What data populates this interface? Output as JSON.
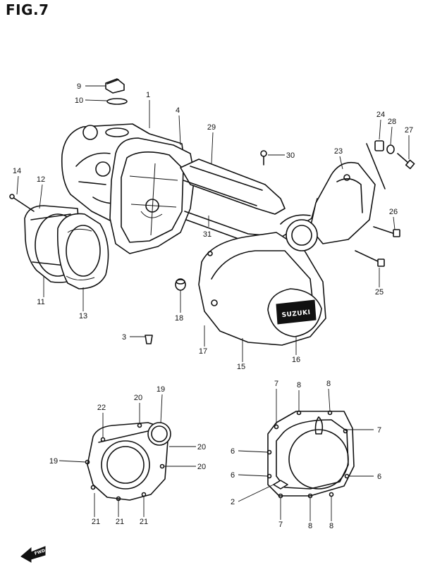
{
  "figure": {
    "title": "FIG.7"
  },
  "emblem": {
    "brand": "SUZUKI"
  },
  "fwd_arrow": {
    "label": "FWD"
  },
  "callouts": [
    {
      "id": "c9",
      "label": "9"
    },
    {
      "id": "c10",
      "label": "10"
    },
    {
      "id": "c1",
      "label": "1"
    },
    {
      "id": "c4",
      "label": "4"
    },
    {
      "id": "c29",
      "label": "29"
    },
    {
      "id": "c30",
      "label": "30"
    },
    {
      "id": "c24",
      "label": "24"
    },
    {
      "id": "c28",
      "label": "28"
    },
    {
      "id": "c27",
      "label": "27"
    },
    {
      "id": "c23",
      "label": "23"
    },
    {
      "id": "c14",
      "label": "14"
    },
    {
      "id": "c12",
      "label": "12"
    },
    {
      "id": "c11",
      "label": "11"
    },
    {
      "id": "c13",
      "label": "13"
    },
    {
      "id": "c31",
      "label": "31"
    },
    {
      "id": "c26",
      "label": "26"
    },
    {
      "id": "c25",
      "label": "25"
    },
    {
      "id": "c18",
      "label": "18"
    },
    {
      "id": "c3",
      "label": "3"
    },
    {
      "id": "c17",
      "label": "17"
    },
    {
      "id": "c15",
      "label": "15"
    },
    {
      "id": "c16",
      "label": "16"
    },
    {
      "id": "c19a",
      "label": "19"
    },
    {
      "id": "c20a",
      "label": "20"
    },
    {
      "id": "c22",
      "label": "22"
    },
    {
      "id": "c20b",
      "label": "20"
    },
    {
      "id": "c19b",
      "label": "19"
    },
    {
      "id": "c20c",
      "label": "20"
    },
    {
      "id": "c21a",
      "label": "21"
    },
    {
      "id": "c21b",
      "label": "21"
    },
    {
      "id": "c21c",
      "label": "21"
    },
    {
      "id": "c7a",
      "label": "7"
    },
    {
      "id": "c8a",
      "label": "8"
    },
    {
      "id": "c8b",
      "label": "8"
    },
    {
      "id": "c7b",
      "label": "7"
    },
    {
      "id": "c6a",
      "label": "6"
    },
    {
      "id": "c6b",
      "label": "6"
    },
    {
      "id": "c6c",
      "label": "6"
    },
    {
      "id": "c2",
      "label": "2"
    },
    {
      "id": "c7c",
      "label": "7"
    },
    {
      "id": "c8c",
      "label": "8"
    },
    {
      "id": "c8d",
      "label": "8"
    }
  ]
}
